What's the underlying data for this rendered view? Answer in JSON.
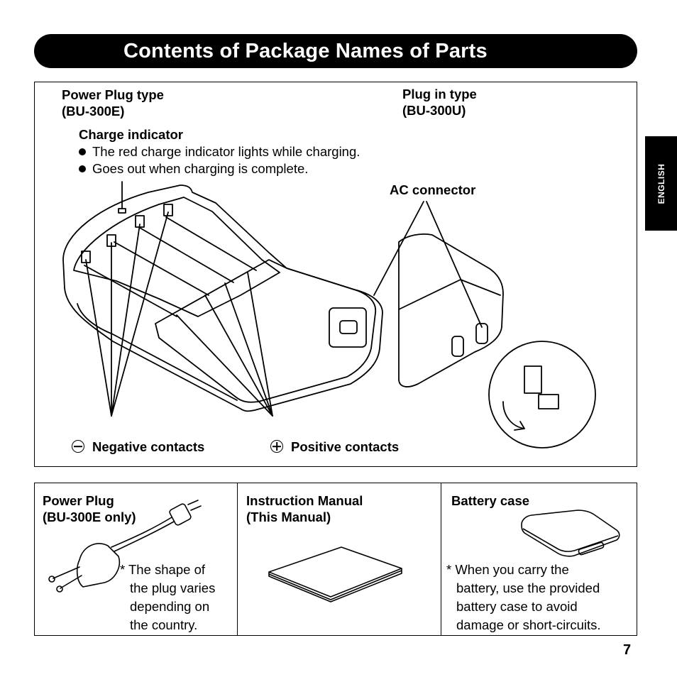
{
  "page": {
    "title": "Contents of Package  Names of Parts",
    "language_tab": "ENGLISH",
    "page_number": "7"
  },
  "diagram": {
    "power_plug_type_line1": "Power Plug type",
    "power_plug_type_line2": "(BU-300E)",
    "plug_in_type_line1": "Plug in type",
    "plug_in_type_line2": "(BU-300U)",
    "charge_indicator": {
      "heading": "Charge indicator",
      "bullets": [
        "The red charge indicator lights while charging.",
        "Goes out when charging is complete."
      ]
    },
    "ac_connector": "AC connector",
    "negative_contacts": "Negative contacts",
    "positive_contacts": "Positive contacts"
  },
  "parts": [
    {
      "title_line1": "Power Plug",
      "title_line2": "(BU-300E only)",
      "note_lines": [
        "* The shape of",
        "the plug varies",
        "depending on",
        "the country."
      ],
      "icon": "power-plug-icon"
    },
    {
      "title_line1": "Instruction Manual",
      "title_line2": "(This Manual)",
      "icon": "manual-booklet-icon"
    },
    {
      "title_line1": "Battery case",
      "note_lines": [
        "* When you carry the",
        "battery, use the provided",
        "battery case to avoid",
        "damage or short-circuits."
      ],
      "icon": "battery-case-icon"
    }
  ]
}
